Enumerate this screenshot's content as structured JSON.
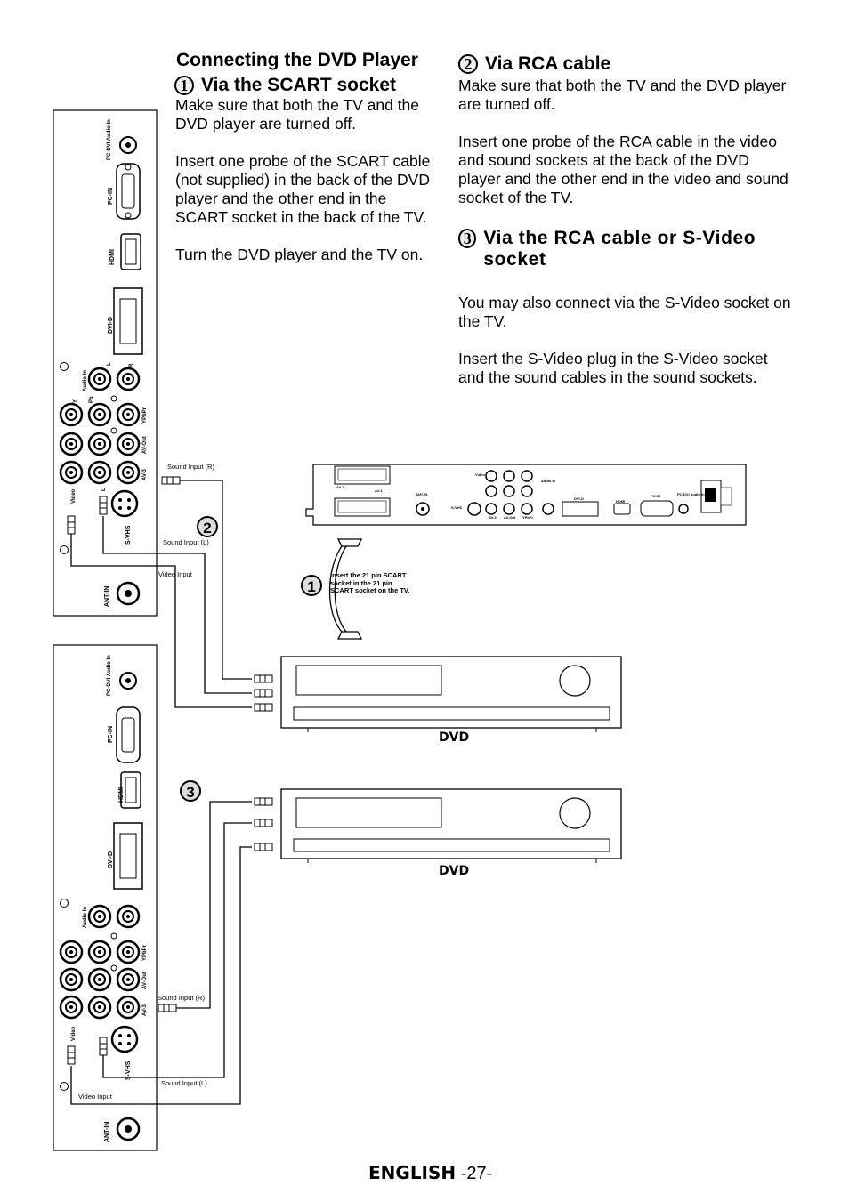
{
  "page": {
    "title": "Connecting the DVD Player",
    "footer_lang": "ENGLISH",
    "footer_page": "-27-"
  },
  "sections": [
    {
      "number": "1",
      "heading": "Via the SCART socket",
      "paragraphs": [
        "Make sure that both the TV and the DVD player are turned off.",
        "Insert one probe of the SCART cable (not supplied) in the back of the DVD player and the other end in the SCART socket in the back of the TV.",
        "Turn the DVD player and the TV on."
      ]
    },
    {
      "number": "2",
      "heading": "Via RCA cable",
      "paragraphs": [
        "Make sure that both the TV and the DVD player are turned off.",
        "Insert one probe of the RCA cable in the video and sound sockets at the back of the DVD player and the other end in the video and sound socket of the TV."
      ]
    },
    {
      "number": "3",
      "heading": "Via the RCA cable or S-Video socket",
      "paragraphs": [
        "You may also connect via the S-Video socket on the TV.",
        "Insert the S-Video plug in the S-Video socket and the sound cables in the sound sockets."
      ]
    }
  ],
  "diagram": {
    "panel_labels": [
      "PC-DVI Audio In",
      "PC-IN",
      "HDMI",
      "DVI-D",
      "Audio In",
      "L",
      "R",
      "Y",
      "Pb",
      "YPbPr",
      "AV-Out",
      "AV-3",
      "Video",
      "S-VHS",
      "ANT-IN"
    ],
    "cable_labels": {
      "sound_r": "Sound Input (R)",
      "sound_l": "Sound Input (L)",
      "video": "Video Input"
    },
    "scart_note": "Insert the 21 pin SCART socket in the 21 pin SCART socket on the TV.",
    "device_label": "DVD",
    "rear_labels": [
      "AV-2",
      "AV-1",
      "ANT-IN",
      "S-VHS",
      "Video",
      "Audio In",
      "AV-3",
      "AV-Out",
      "YPbPr",
      "DVI-D",
      "HDMI",
      "PC-IN",
      "PC-DVI Audio In"
    ],
    "badges": [
      "1",
      "2",
      "3"
    ]
  }
}
